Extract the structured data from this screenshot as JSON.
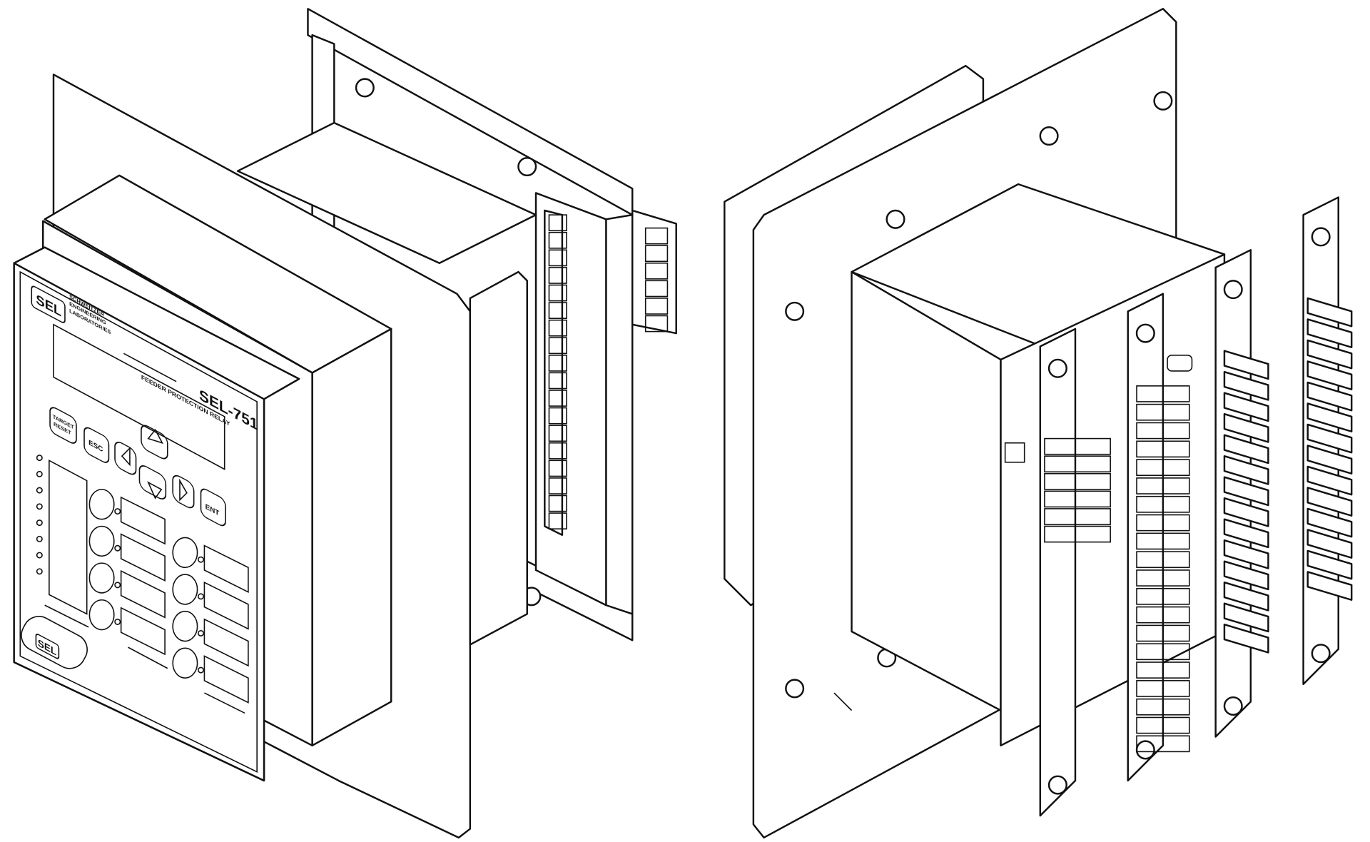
{
  "figure": {
    "left_view": "front-isometric",
    "right_view": "rear-isometric"
  },
  "front_panel": {
    "logo": "SEL",
    "company_lines": [
      "SCHWEITZER",
      "ENGINEERING",
      "LABORATORIES"
    ],
    "model": "SEL-751",
    "product_name": "FEEDER PROTECTION RELAY",
    "buttons": {
      "target_reset_line1": "TARGET",
      "target_reset_line2": "RESET",
      "esc": "ESC",
      "ent": "ENT"
    },
    "port_logo": "SEL"
  }
}
